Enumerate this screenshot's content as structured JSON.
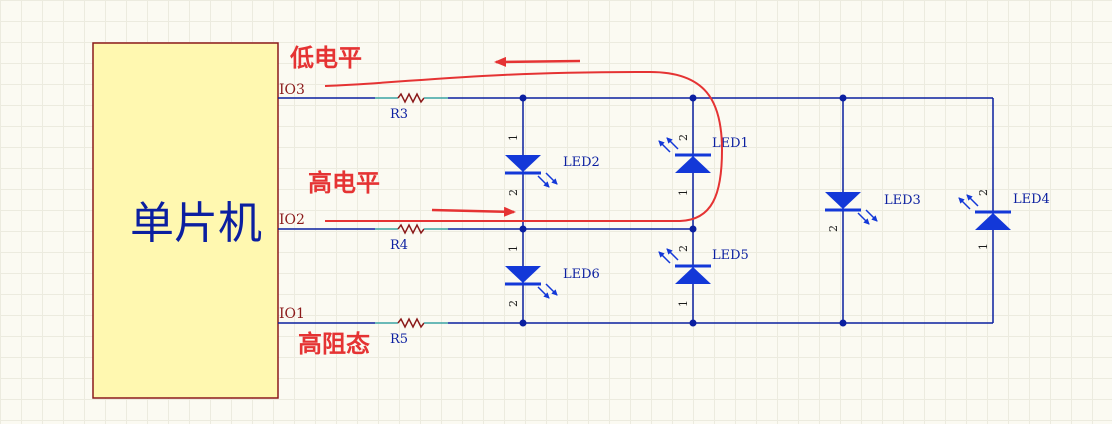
{
  "mcu": {
    "label": "单片机"
  },
  "pins": {
    "io3": "IO3",
    "io2": "IO2",
    "io1": "IO1"
  },
  "resistors": {
    "r3": "R3",
    "r4": "R4",
    "r5": "R5"
  },
  "leds": {
    "led1": "LED1",
    "led2": "LED2",
    "led3": "LED3",
    "led4": "LED4",
    "led5": "LED5",
    "led6": "LED6"
  },
  "pin_numbers": {
    "one": "1",
    "two": "2"
  },
  "annotations": {
    "io3_state": "低电平",
    "io2_state": "高电平",
    "io1_state": "高阻态"
  },
  "colors": {
    "wire": "#0b1fa0",
    "led_fill": "#1338d8",
    "mcu_fill": "#fff8b0",
    "mcu_border": "#8b1a1a",
    "pin_text": "#8b1a1a",
    "ref_text": "#0b1fa0",
    "annotation": "#e53333",
    "resistor_lead": "#3aa3a3"
  }
}
